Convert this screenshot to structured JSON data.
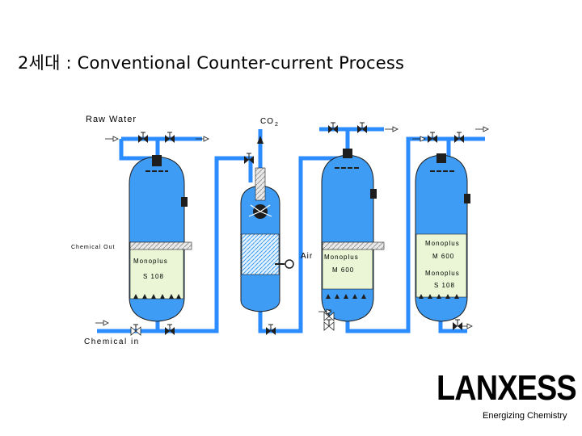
{
  "title": "2세대 : Conventional Counter-current Process",
  "labels": {
    "raw_water": "Raw Water",
    "co2": "CO",
    "co2_sub": "2",
    "chemical_out": "Chemical Out",
    "chemical_in": "Chemical in",
    "air": "Air"
  },
  "vessel1": {
    "resin_name": "Monoplus",
    "resin_code": "S 108"
  },
  "vessel3": {
    "resin_name": "Monoplus",
    "resin_code": "M 600"
  },
  "vessel4": {
    "resin_top_name": "Monoplus",
    "resin_top_code": "M 600",
    "resin_bottom_name": "Monoplus",
    "resin_bottom_code": "S 108"
  },
  "logo": {
    "name": "LANXESS",
    "tagline": "Energizing Chemistry"
  },
  "colors": {
    "vessel_blue": "#3f9cf4",
    "pipe_blue": "#2b8cff",
    "resin_green": "#eaf6d6",
    "dark": "#1e1e1e"
  }
}
